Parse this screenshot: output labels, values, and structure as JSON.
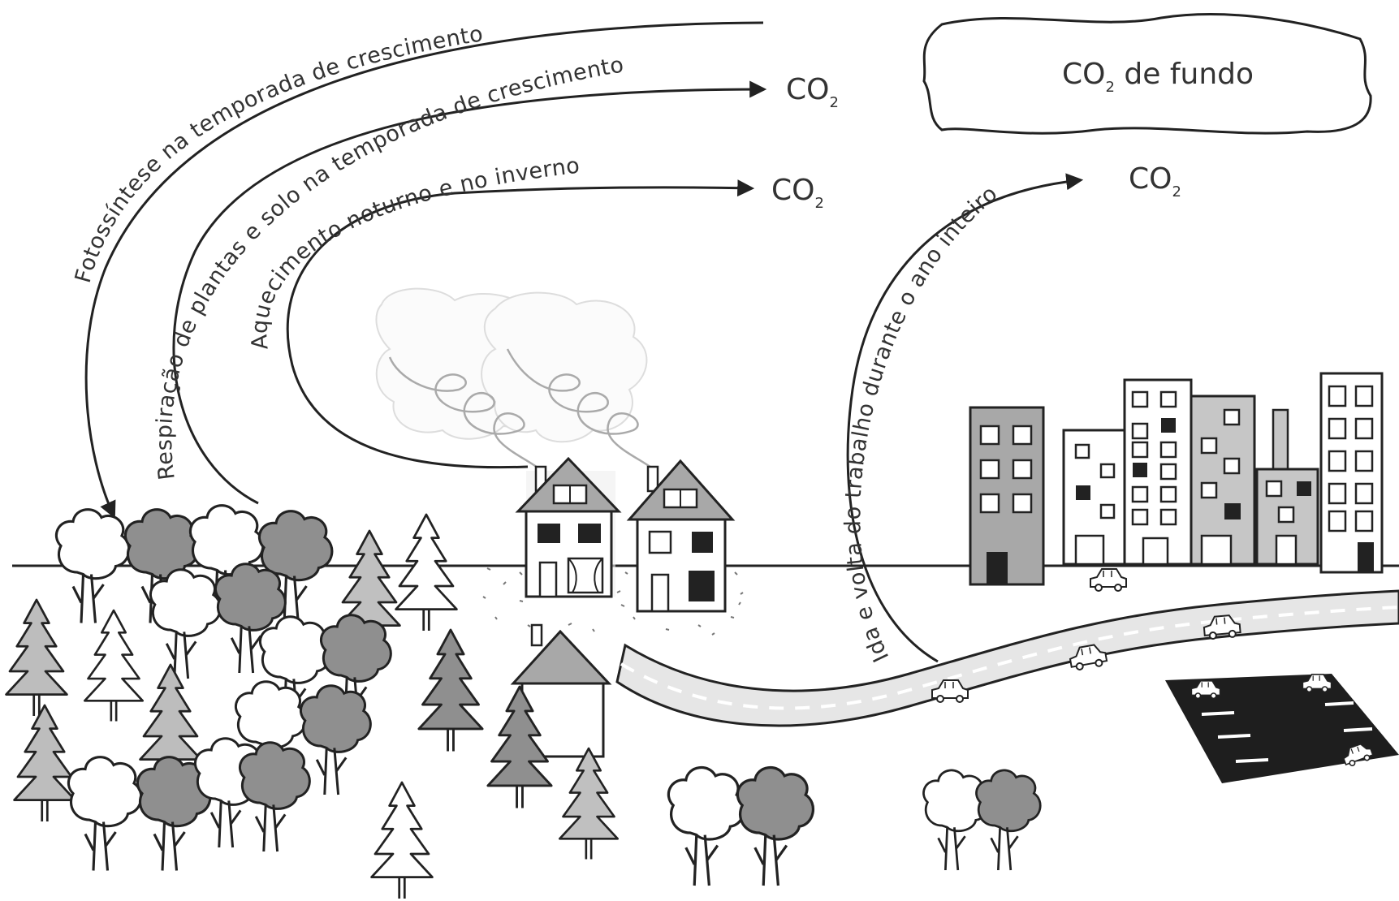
{
  "diagram": {
    "flows": {
      "photosynthesis": "Fotossíntese na temporada de crescimento",
      "respiration": "Respiração de plantas e solo na temporada de crescimento",
      "heating": "Aquecimento noturno e no inverno",
      "commuting": "Ida e volta do trabalho durante o ano inteiro"
    },
    "co2_labels": {
      "respiration_out": {
        "main": "CO",
        "sub": "2"
      },
      "heating_out": {
        "main": "CO",
        "sub": "2"
      },
      "commuting_out": {
        "main": "CO",
        "sub": "2"
      }
    },
    "background_cloud": {
      "main": "CO",
      "sub": "2",
      "rest": " de fundo"
    }
  },
  "colors": {
    "ink": "#222222",
    "tree_gray": "#8f8f8f",
    "tree_light": "#ffffff",
    "building_gray": "#a8a8a8",
    "road_fill": "#e6e6e6",
    "parking_lot": "#1e1e1e"
  }
}
